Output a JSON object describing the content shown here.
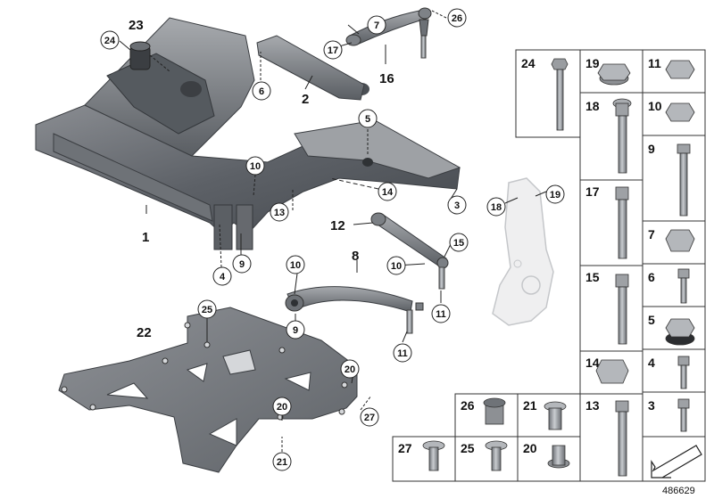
{
  "diagram": {
    "callouts": [
      "23",
      "24",
      "7",
      "26",
      "17",
      "16",
      "6",
      "2",
      "5",
      "10",
      "14",
      "13",
      "3",
      "1",
      "12",
      "15",
      "4",
      "9",
      "8",
      "10",
      "10",
      "11",
      "9",
      "11",
      "19",
      "18",
      "25",
      "22",
      "20",
      "20",
      "27",
      "21"
    ],
    "big_labels": [
      "23",
      "16",
      "2",
      "1",
      "12",
      "8",
      "22"
    ]
  },
  "parts_grid": {
    "cells": [
      "24",
      "19",
      "11",
      "18",
      "10",
      "9",
      "17",
      "7",
      "15",
      "6",
      "5",
      "14",
      "4",
      "26",
      "21",
      "13",
      "3",
      "27",
      "25",
      "20"
    ]
  },
  "document_id": "486629"
}
